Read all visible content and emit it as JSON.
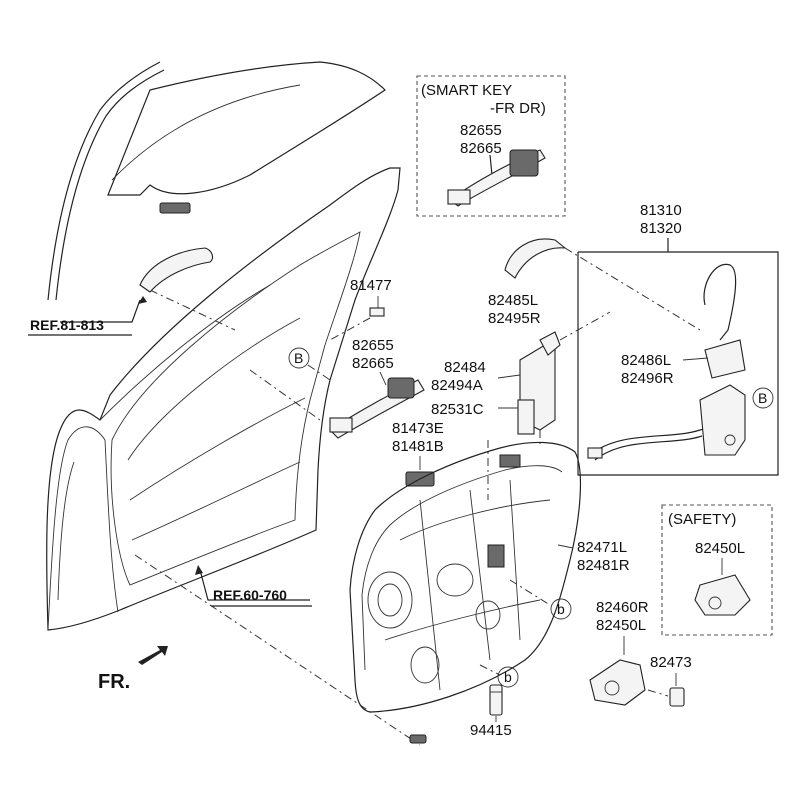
{
  "labels": {
    "smart_key_1": "(SMART KEY",
    "smart_key_2": "-FR DR)",
    "sk_82655": "82655",
    "sk_82665": "82665",
    "p81310": "81310",
    "p81320": "81320",
    "p81477": "81477",
    "p82655": "82655",
    "p82665": "82665",
    "p82485L": "82485L",
    "p82495R": "82495R",
    "p82484": "82484",
    "p82494A": "82494A",
    "p82531C": "82531C",
    "p81473E": "81473E",
    "p81481B": "81481B",
    "p82486L": "82486L",
    "p82496R": "82496R",
    "p82471L": "82471L",
    "p82481R": "82481R",
    "safety": "(SAFETY)",
    "p82450L_safety": "82450L",
    "p82460R": "82460R",
    "p82450L": "82450L",
    "p82473": "82473",
    "p94415": "94415"
  },
  "refs": {
    "ref_81_813": "REF.81-813",
    "ref_60_760": "REF.60-760"
  },
  "markers": {
    "B": "B",
    "b": "b"
  },
  "direction": {
    "fr": "FR."
  }
}
